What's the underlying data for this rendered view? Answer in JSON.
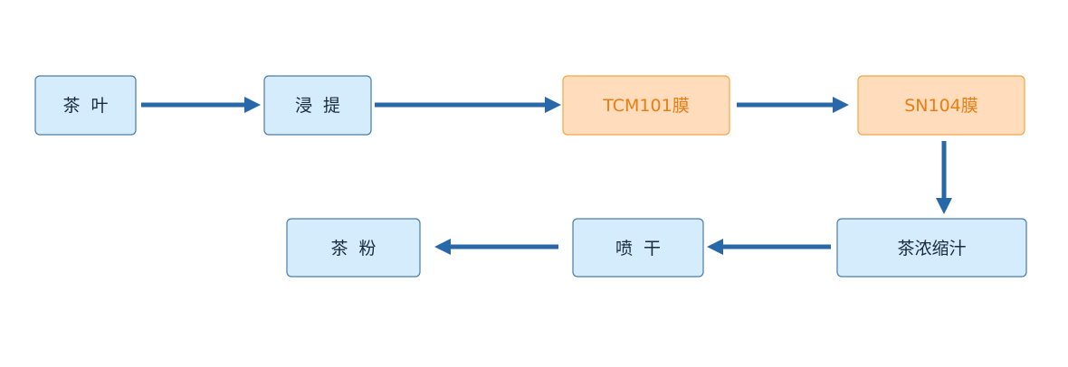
{
  "nodes": {
    "tea_leaves": {
      "label": "茶  叶",
      "style": "blue"
    },
    "extraction": {
      "label": "浸  提",
      "style": "blue"
    },
    "tcm101_membrane": {
      "label": "TCM101膜",
      "style": "orange"
    },
    "sn104_membrane": {
      "label": "SN104膜",
      "style": "orange"
    },
    "concentrate": {
      "label": "茶浓缩汁",
      "style": "blue"
    },
    "spray_dry": {
      "label": "喷  干",
      "style": "blue"
    },
    "tea_powder": {
      "label": "茶  粉",
      "style": "blue"
    }
  },
  "edges": [
    {
      "from": "tea_leaves",
      "to": "extraction"
    },
    {
      "from": "extraction",
      "to": "tcm101_membrane"
    },
    {
      "from": "tcm101_membrane",
      "to": "sn104_membrane"
    },
    {
      "from": "sn104_membrane",
      "to": "concentrate"
    },
    {
      "from": "concentrate",
      "to": "spray_dry"
    },
    {
      "from": "spray_dry",
      "to": "tea_powder"
    }
  ],
  "colors": {
    "blue_fill": "#d4ecfb",
    "blue_border": "#4a7ba6",
    "orange_fill": "#ffdcbc",
    "orange_border": "#f2a644",
    "orange_text": "#e87e12",
    "arrow": "#2867a8"
  }
}
